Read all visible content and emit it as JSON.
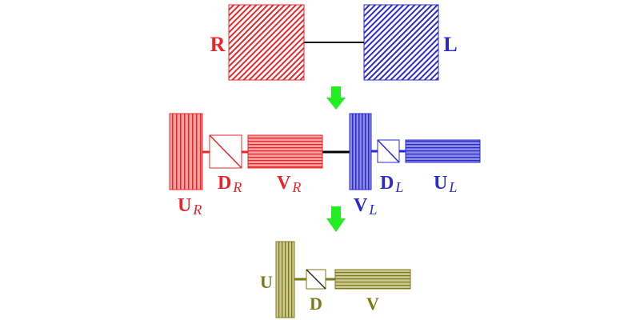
{
  "colors": {
    "red": "#e8262a",
    "blue": "#2a2ad0",
    "olive": "#7d7a1a",
    "arrow": "#22ee22",
    "link": "#000000"
  },
  "top": {
    "left_label": "R",
    "right_label": "L"
  },
  "middle": {
    "u_r": {
      "main": "U",
      "sub": "R"
    },
    "d_r": {
      "main": "D",
      "sub": "R"
    },
    "v_r": {
      "main": "V",
      "sub": "R"
    },
    "v_l": {
      "main": "V",
      "sub": "L"
    },
    "d_l": {
      "main": "D",
      "sub": "L"
    },
    "u_l": {
      "main": "U",
      "sub": "L"
    }
  },
  "bottom": {
    "u_label": "U",
    "d_label": "D",
    "v_label": "V"
  }
}
